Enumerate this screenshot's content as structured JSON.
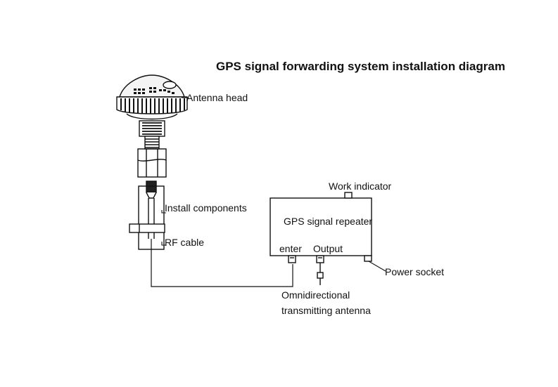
{
  "title": "GPS signal forwarding system installation diagram",
  "labels": {
    "antenna_head": "Antenna head",
    "install_components": "Install components",
    "rf_cable": "RF cable",
    "work_indicator": "Work indicator",
    "repeater": "GPS signal repeater",
    "enter": "enter",
    "output": "Output",
    "power_socket": "Power socket",
    "omni_line1": "Omnidirectional",
    "omni_line2": "transmitting antenna"
  }
}
